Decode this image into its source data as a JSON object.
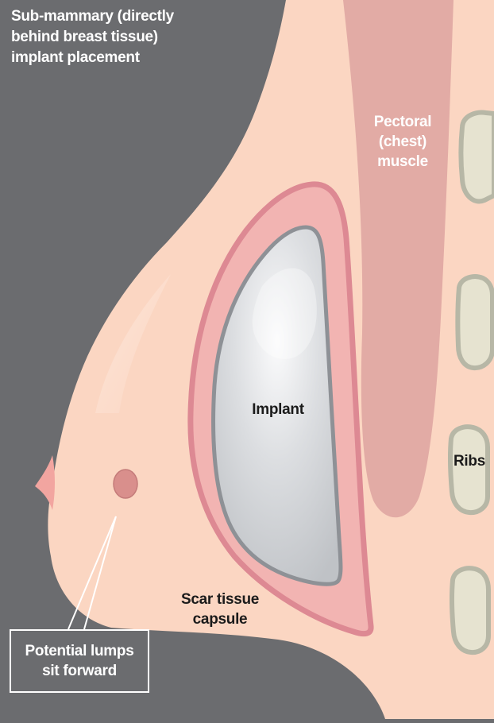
{
  "diagram": {
    "title_lines": [
      "Sub-mammary (directly",
      "behind breast tissue)",
      "implant placement"
    ],
    "pectoral_lines": [
      "Pectoral",
      "(chest)",
      "muscle"
    ],
    "implant_label": "Implant",
    "ribs_label": "Ribs",
    "scar_lines": [
      "Scar tissue",
      "capsule"
    ],
    "lumps_lines": [
      "Potential lumps",
      "sit forward"
    ]
  },
  "colors": {
    "background": "#6b6c6f",
    "skin": "#fbd6c2",
    "muscle": "#e2aba5",
    "capsule": "#f2b4b2",
    "capsule_edge": "#dd8993",
    "implant": "#cfd1d4",
    "rib": "#e6e3d0",
    "rib_edge": "#b7b7a6",
    "nipple": "#f2a5a0",
    "lump": "#d98f8c"
  }
}
